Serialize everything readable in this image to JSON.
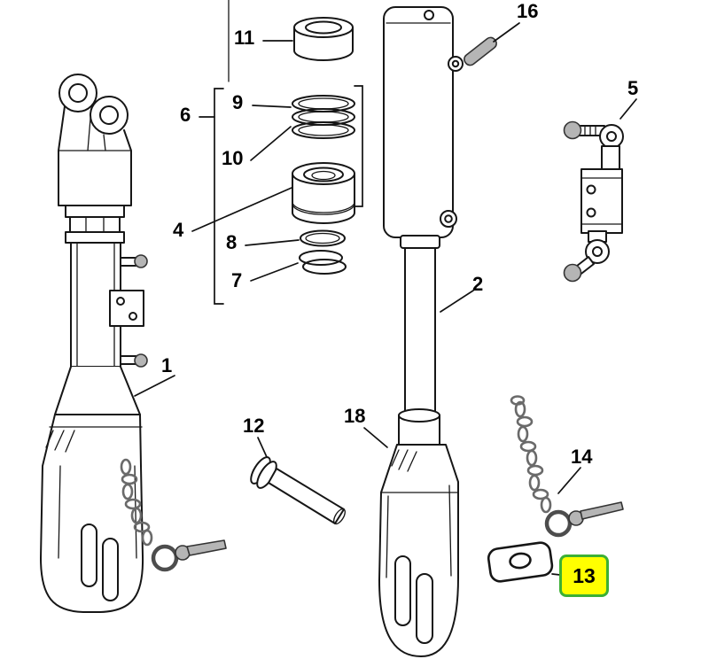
{
  "diagram": {
    "type": "exploded-parts-diagram",
    "subject": "Hydraulic lift cylinder and top link assembly",
    "background": "#ffffff",
    "line_color": "#161616"
  },
  "highlight": {
    "fill": "#ffff00",
    "border": "#3cb034",
    "text_color": "#000000"
  },
  "parts": [
    {
      "label": "1"
    },
    {
      "label": "2"
    },
    {
      "label": "4"
    },
    {
      "label": "5"
    },
    {
      "label": "6"
    },
    {
      "label": "7"
    },
    {
      "label": "8"
    },
    {
      "label": "9"
    },
    {
      "label": "10"
    },
    {
      "label": "11"
    },
    {
      "label": "12"
    },
    {
      "label": "13",
      "highlighted": true
    },
    {
      "label": "14"
    },
    {
      "label": "16"
    },
    {
      "label": "18"
    }
  ]
}
